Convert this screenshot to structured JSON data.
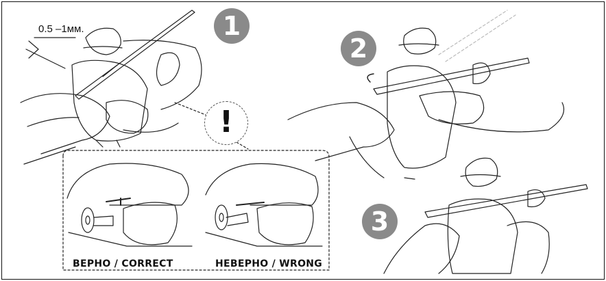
{
  "steps": {
    "one": "1",
    "two": "2",
    "three": "3"
  },
  "dimension_label": "0.5 –1мм.",
  "warning_symbol": "!",
  "captions": {
    "correct": "ВЕРНО / CORRECT",
    "wrong": "НЕВЕРНО / WRONG"
  },
  "colors": {
    "badge": "#8a8a8a",
    "ink": "#111111"
  }
}
